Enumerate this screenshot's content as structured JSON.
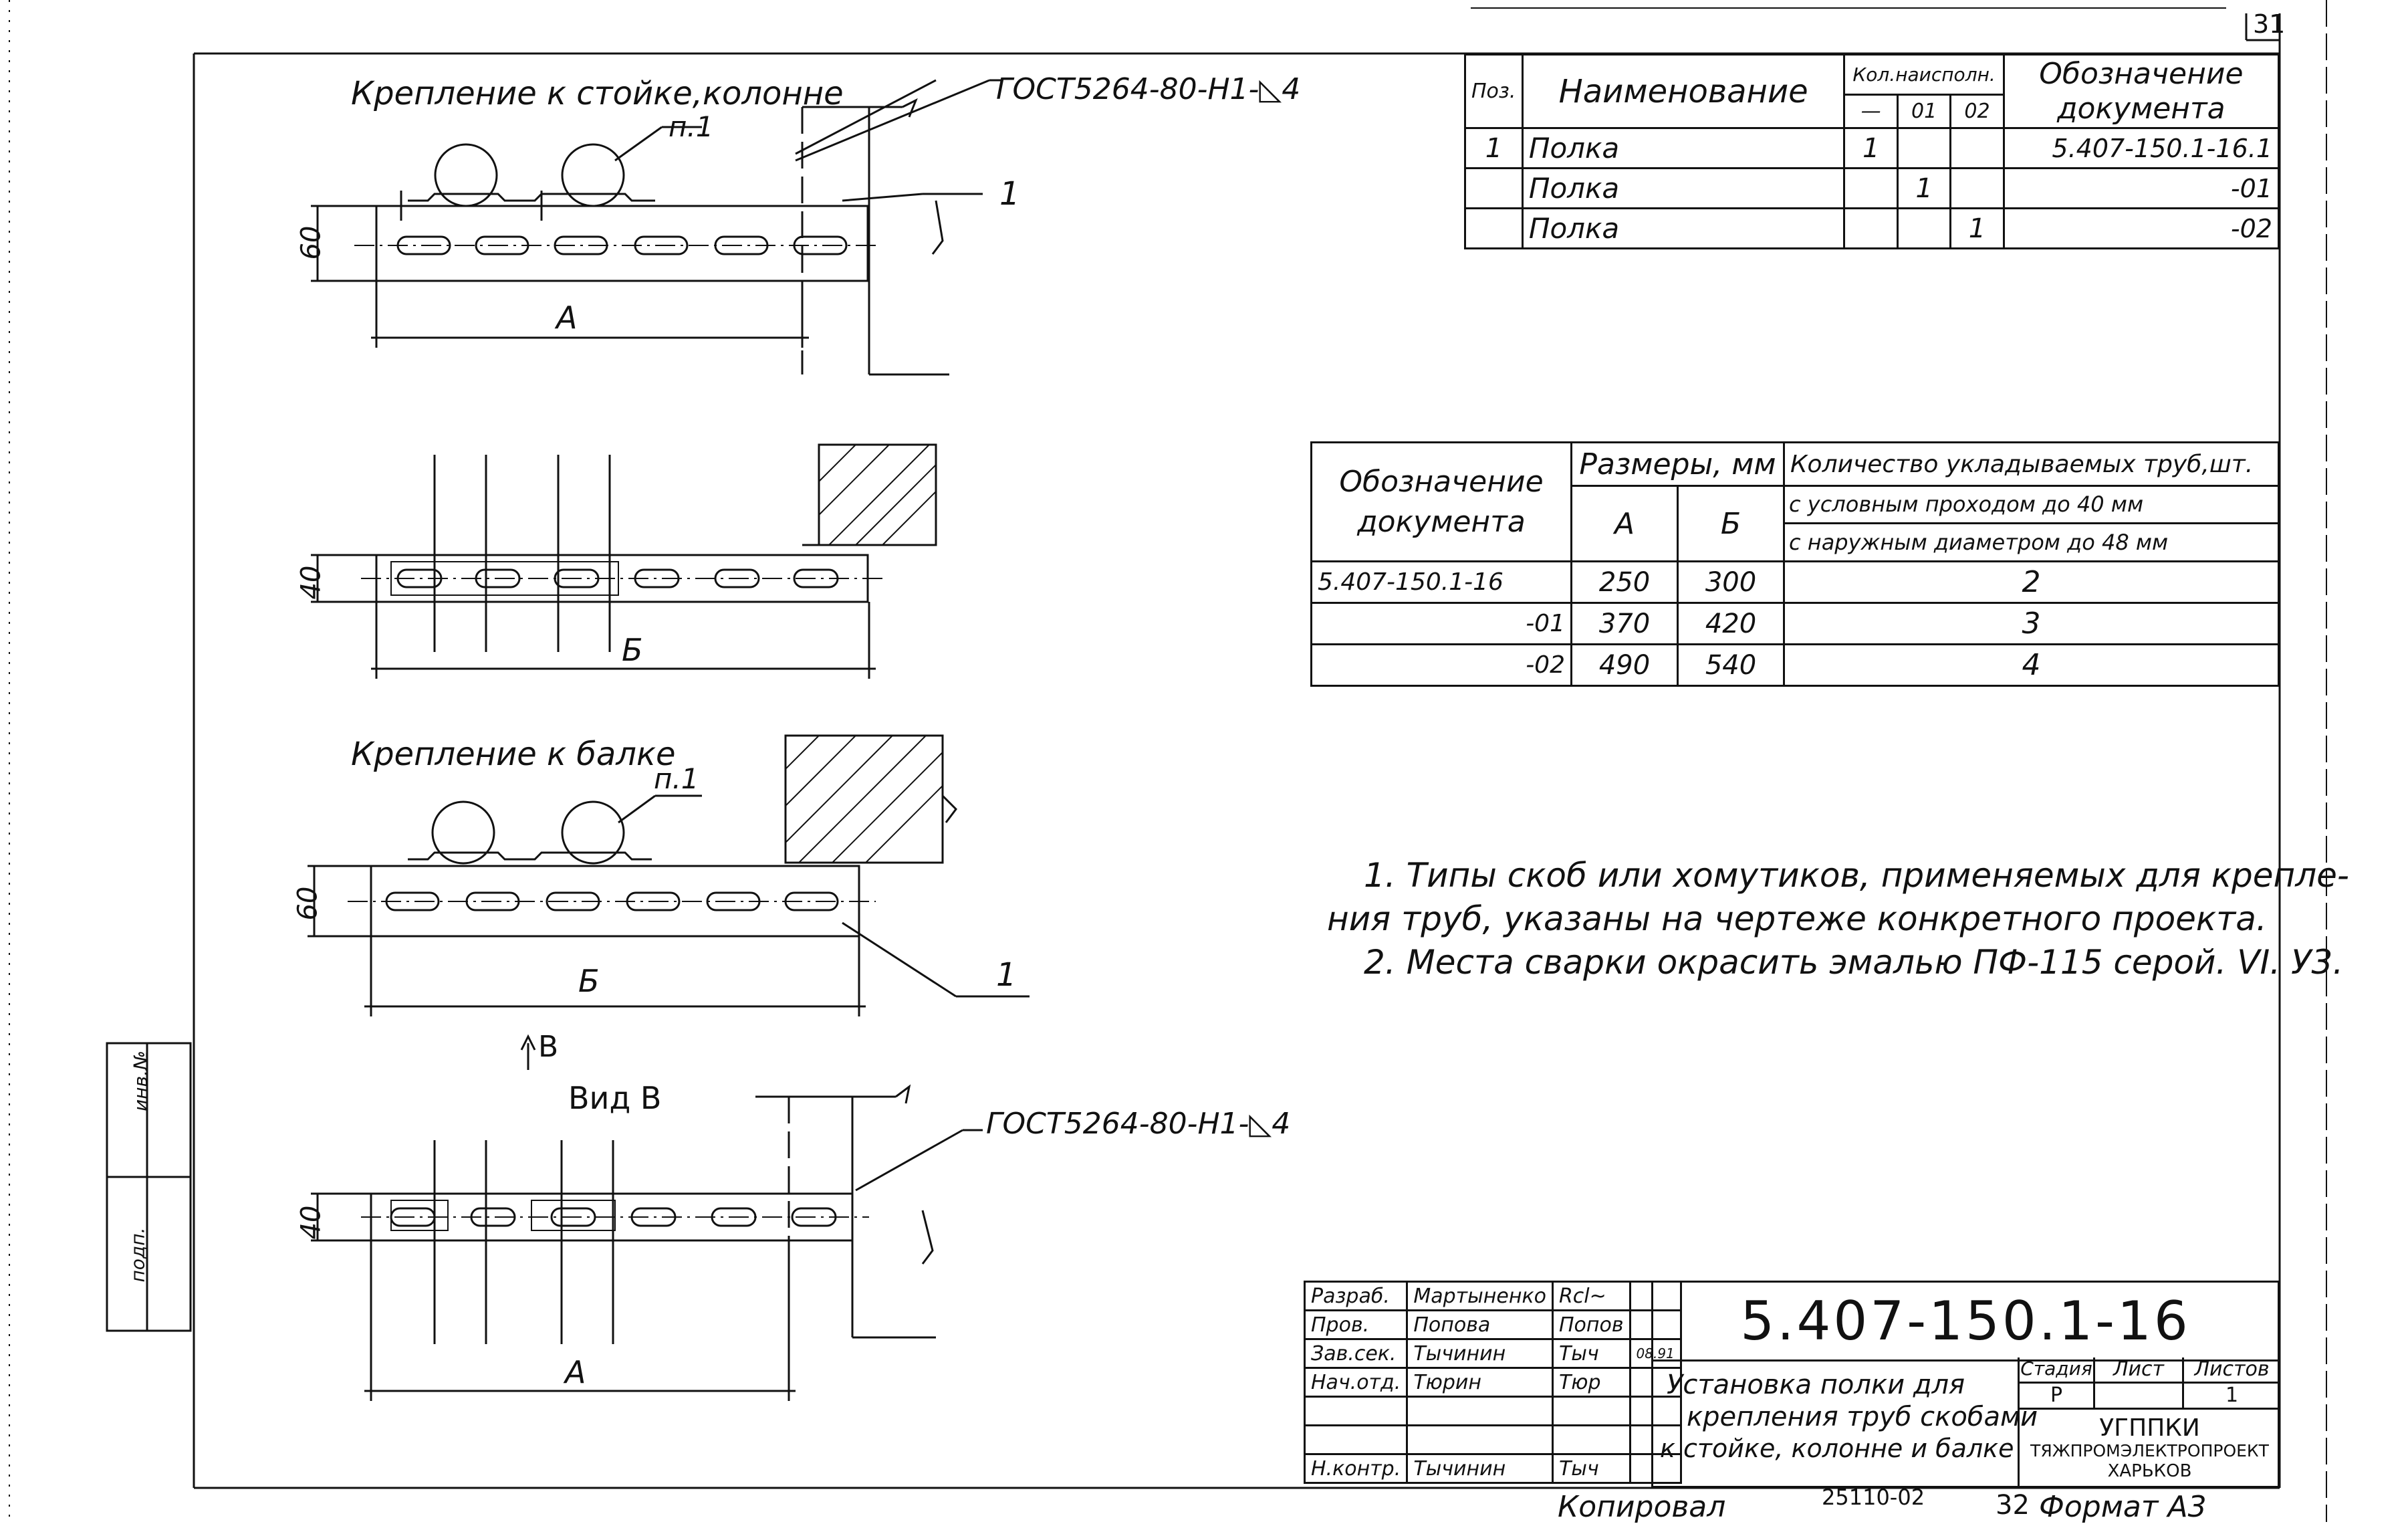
{
  "sheet_number": "31",
  "drawings": {
    "top_title": "Крепление к стойке,колонне",
    "beam_title": "Крепление к балке",
    "callout_p1": "п.1",
    "callout_1": "1",
    "weld_note": "ГОСТ5264-80-Н1-◺4",
    "dim_60": "60",
    "dim_40": "40",
    "dim_A": "А",
    "dim_B": "Б",
    "arrow_v": "В",
    "view_v": "Вид В"
  },
  "spec_table": {
    "headers": {
      "pos": "Поз.",
      "name": "Наименование",
      "qty": "Кол.наисполн.",
      "designation": "Обозначение документа",
      "variants": [
        "—",
        "01",
        "02"
      ]
    },
    "rows": [
      {
        "pos": "1",
        "name": "Полка",
        "q0": "1",
        "q1": "",
        "q2": "",
        "doc": "5.407-150.1-16.1"
      },
      {
        "pos": "",
        "name": "Полка",
        "q0": "",
        "q1": "1",
        "q2": "",
        "doc": "-01"
      },
      {
        "pos": "",
        "name": "Полка",
        "q0": "",
        "q1": "",
        "q2": "1",
        "doc": "-02"
      }
    ]
  },
  "size_table": {
    "headers": {
      "designation": "Обозначение документа",
      "sizes": "Размеры, мм",
      "a": "А",
      "b": "Б",
      "count": "Количество укладываемых труб,шт.",
      "count_sub1": "с условным проходом до 40 мм",
      "count_sub2": "с наружным диаметром до 48 мм"
    },
    "rows": [
      {
        "doc": "5.407-150.1-16",
        "a": "250",
        "b": "300",
        "n": "2"
      },
      {
        "doc": "-01",
        "a": "370",
        "b": "420",
        "n": "3"
      },
      {
        "doc": "-02",
        "a": "490",
        "b": "540",
        "n": "4"
      }
    ]
  },
  "notes": {
    "line1": "1. Типы скоб или хомутиков, применяемых для крепле-",
    "line2": "ния труб, указаны на чертеже конкретного проекта.",
    "line3": "2. Места сварки окрасить эмалью ПФ-115 серой. VI. У3."
  },
  "title_block": {
    "roles": [
      {
        "role": "Разраб.",
        "name": "Мартыненко",
        "sign": "Rcl~",
        "date": ""
      },
      {
        "role": "Пров.",
        "name": "Попова",
        "sign": "Попов",
        "date": ""
      },
      {
        "role": "Зав.сек.",
        "name": "Тычинин",
        "sign": "Tыч",
        "date": "08.91"
      },
      {
        "role": "Нач.отд.",
        "name": "Тюрин",
        "sign": "Tюр",
        "date": ""
      },
      {
        "role": "",
        "name": "",
        "sign": "",
        "date": ""
      },
      {
        "role": "",
        "name": "",
        "sign": "",
        "date": ""
      },
      {
        "role": "Н.контр.",
        "name": "Тычинин",
        "sign": "Tыч",
        "date": ""
      }
    ],
    "code": "5.407-150.1-16",
    "description_l1": "Установка полки для",
    "description_l2": "крепления труб скобами",
    "description_l3": "к стойке, колонне и балке",
    "stage_h": "Стадия",
    "sheet_h": "Лист",
    "sheets_h": "Листов",
    "stage": "Р",
    "sheet": "",
    "sheets": "1",
    "org1": "УГППКИ",
    "org2": "ТЯЖПРОМЭЛЕКТРОПРОЕКТ",
    "org3": "ХАРЬКОВ"
  },
  "footer": {
    "copied": "Копировал",
    "order": "25110-02",
    "page": "32",
    "format": "Формат А3"
  },
  "side_stamp": {
    "a": "инв.№",
    "b": "подп."
  }
}
